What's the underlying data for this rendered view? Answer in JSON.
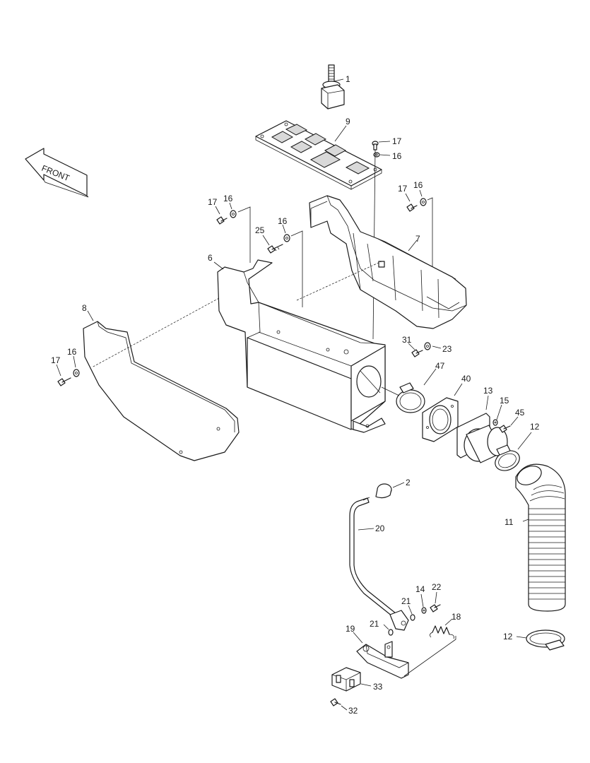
{
  "front_arrow_label": "FRONT",
  "callouts": [
    {
      "id": "c1",
      "label": "1"
    },
    {
      "id": "c9",
      "label": "9"
    },
    {
      "id": "c17a",
      "label": "17"
    },
    {
      "id": "c16a",
      "label": "16"
    },
    {
      "id": "c17b",
      "label": "17"
    },
    {
      "id": "c16b",
      "label": "16"
    },
    {
      "id": "c17c",
      "label": "17"
    },
    {
      "id": "c16c",
      "label": "16"
    },
    {
      "id": "c25",
      "label": "25"
    },
    {
      "id": "c16d",
      "label": "16"
    },
    {
      "id": "c7",
      "label": "7"
    },
    {
      "id": "c6",
      "label": "6"
    },
    {
      "id": "c8",
      "label": "8"
    },
    {
      "id": "c16e",
      "label": "16"
    },
    {
      "id": "c17e",
      "label": "17"
    },
    {
      "id": "c31",
      "label": "31"
    },
    {
      "id": "c23",
      "label": "23"
    },
    {
      "id": "c47",
      "label": "47"
    },
    {
      "id": "c40",
      "label": "40"
    },
    {
      "id": "c13",
      "label": "13"
    },
    {
      "id": "c15",
      "label": "15"
    },
    {
      "id": "c45",
      "label": "45"
    },
    {
      "id": "c12a",
      "label": "12"
    },
    {
      "id": "c2",
      "label": "2"
    },
    {
      "id": "c20",
      "label": "20"
    },
    {
      "id": "c11",
      "label": "11"
    },
    {
      "id": "c14",
      "label": "14"
    },
    {
      "id": "c22",
      "label": "22"
    },
    {
      "id": "c21a",
      "label": "21"
    },
    {
      "id": "c18",
      "label": "18"
    },
    {
      "id": "c21b",
      "label": "21"
    },
    {
      "id": "c19",
      "label": "19"
    },
    {
      "id": "c12b",
      "label": "12"
    },
    {
      "id": "c33",
      "label": "33"
    },
    {
      "id": "c32",
      "label": "32"
    }
  ]
}
